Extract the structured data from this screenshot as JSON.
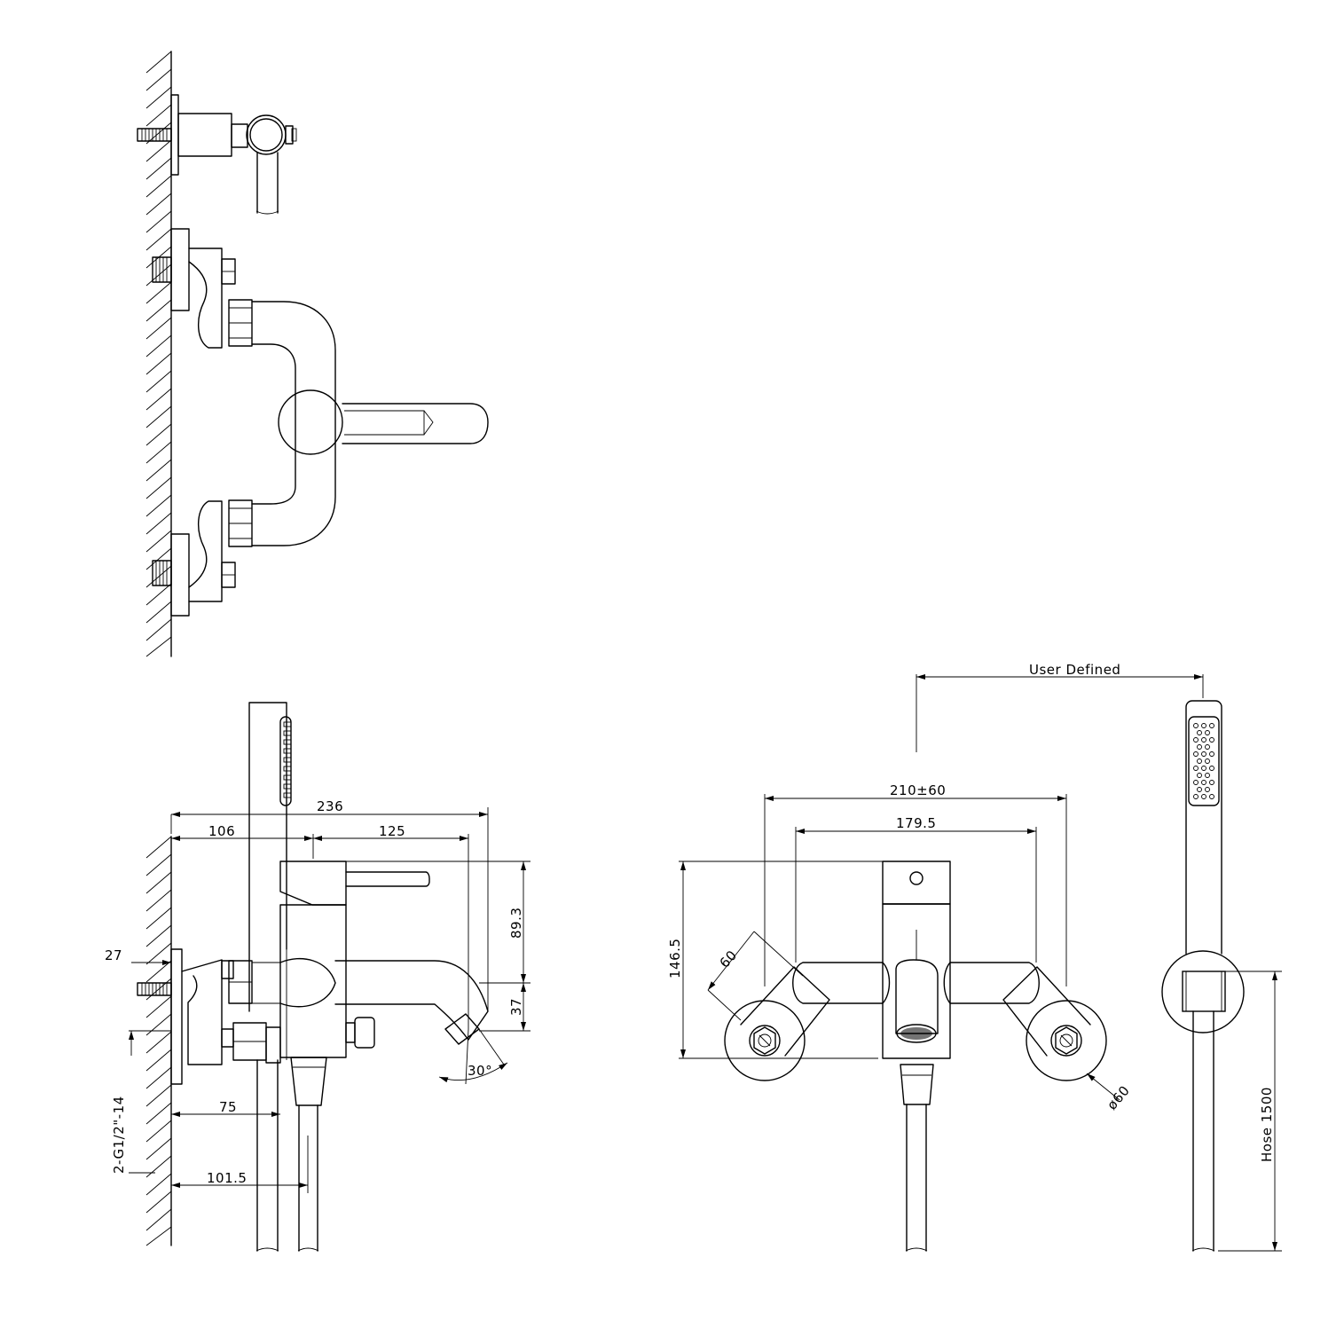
{
  "dims": {
    "d236": "236",
    "d106": "106",
    "d125": "125",
    "d89": "89.3",
    "d37": "37",
    "d27": "27",
    "d75": "75",
    "d101": "101.5",
    "d30": "30°",
    "d210": "210±60",
    "d179": "179.5",
    "d146": "146.5",
    "d60": "60",
    "dphi60": "ø60"
  },
  "thread": "2-G1/2\"-14",
  "notes": {
    "user_defined": "User  Defined",
    "hose": "Hose  1500"
  }
}
